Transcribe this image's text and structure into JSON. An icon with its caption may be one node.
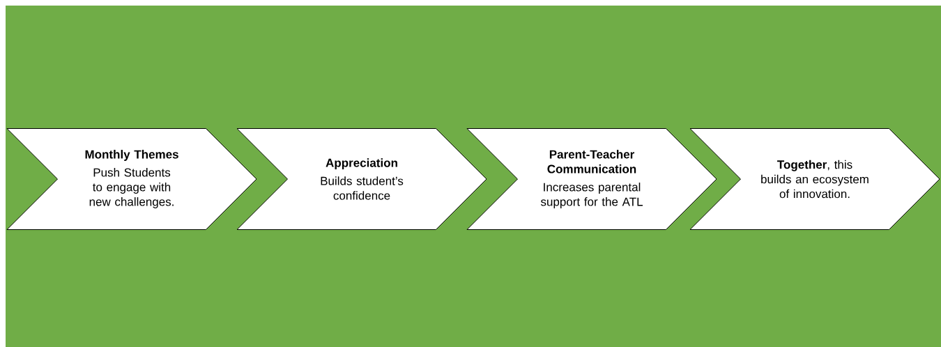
{
  "diagram": {
    "nodes": [
      {
        "text": [
          "Monthly Themes",
          "Push Students to engage with new challenges."
        ]
      },
      {
        "text": [
          "Appreciation",
          "Builds student’s confidence"
        ]
      },
      {
        "text": [
          "Parent-Teacher Communication",
          "Increases parental support for the ATL"
        ]
      },
      {
        "text": [
          "**Together**, this builds an ecosystem of innovation."
        ]
      }
    ]
  }
}
